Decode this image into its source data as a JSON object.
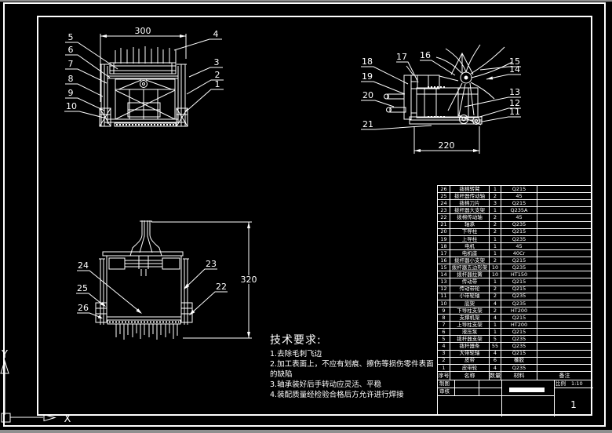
{
  "colors": {
    "background": "#000000",
    "line": "#ffffff",
    "window_strip": "#8f8f8f"
  },
  "views": {
    "front": {
      "dim_width": "300",
      "callouts_left": [
        "5",
        "6",
        "7",
        "8",
        "9",
        "10"
      ],
      "callouts_right": [
        "4",
        "3",
        "2",
        "1"
      ]
    },
    "side": {
      "dim_width": "220",
      "callouts_left": [
        "18",
        "19",
        "20",
        "21"
      ],
      "callouts_top": [
        "17",
        "16"
      ],
      "callouts_right": [
        "15",
        "14",
        "13",
        "12",
        "11"
      ]
    },
    "vertical": {
      "dim_height": "320",
      "callouts_left": [
        "24",
        "25",
        "26"
      ],
      "callouts_right": [
        "23",
        "22"
      ]
    }
  },
  "tech": {
    "title": "技术要求:",
    "items": [
      "1.去除毛刺飞边",
      "2.加工表面上，不应有划痕、擦伤等损伤零件表面的缺陷",
      "3.轴承装好后手转动应灵活、平稳",
      "4.装配质量经检验合格后方允许进行焊接"
    ]
  },
  "bom": {
    "columns": [
      "序号",
      "名称",
      "数量",
      "材料",
      "备注"
    ],
    "rows": [
      {
        "no": "26",
        "name": "拨棉转臂",
        "qty": "1",
        "mat": "Q215",
        "note": ""
      },
      {
        "no": "25",
        "name": "拨杆器传动轴",
        "qty": "2",
        "mat": "45",
        "note": ""
      },
      {
        "no": "24",
        "name": "拨棉刀片",
        "qty": "3",
        "mat": "Q215",
        "note": ""
      },
      {
        "no": "23",
        "name": "拨杆器大支架",
        "qty": "1",
        "mat": "Q235A",
        "note": ""
      },
      {
        "no": "22",
        "name": "拨棉传动轴",
        "qty": "2",
        "mat": "45",
        "note": ""
      },
      {
        "no": "21",
        "name": "轴承",
        "qty": "2",
        "mat": "Q235",
        "note": ""
      },
      {
        "no": "20",
        "name": "下导柱",
        "qty": "2",
        "mat": "Q215",
        "note": ""
      },
      {
        "no": "19",
        "name": "上导柱",
        "qty": "1",
        "mat": "Q235",
        "note": ""
      },
      {
        "no": "18",
        "name": "电机",
        "qty": "1",
        "mat": "45",
        "note": ""
      },
      {
        "no": "17",
        "name": "电机座",
        "qty": "1",
        "mat": "40Cr",
        "note": ""
      },
      {
        "no": "16",
        "name": "拨杆器小支架",
        "qty": "2",
        "mat": "Q215",
        "note": ""
      },
      {
        "no": "15",
        "name": "拨杆器五边形架",
        "qty": "10",
        "mat": "Q235",
        "note": ""
      },
      {
        "no": "14",
        "name": "拨杆器拉簧",
        "qty": "10",
        "mat": "HT150",
        "note": ""
      },
      {
        "no": "13",
        "name": "传动带",
        "qty": "1",
        "mat": "Q215",
        "note": ""
      },
      {
        "no": "12",
        "name": "传动带轮",
        "qty": "2",
        "mat": "Q215",
        "note": ""
      },
      {
        "no": "11",
        "name": "小带轮轴",
        "qty": "2",
        "mat": "Q235",
        "note": ""
      },
      {
        "no": "10",
        "name": "底架",
        "qty": "4",
        "mat": "Q235",
        "note": ""
      },
      {
        "no": "9",
        "name": "下导柱支架",
        "qty": "2",
        "mat": "HT200",
        "note": ""
      },
      {
        "no": "8",
        "name": "支撑机架",
        "qty": "4",
        "mat": "Q215",
        "note": ""
      },
      {
        "no": "7",
        "name": "上导柱支架",
        "qty": "1",
        "mat": "HT200",
        "note": ""
      },
      {
        "no": "6",
        "name": "液压泵",
        "qty": "1",
        "mat": "Q215",
        "note": ""
      },
      {
        "no": "5",
        "name": "拨杆器支架",
        "qty": "5",
        "mat": "Q235",
        "note": ""
      },
      {
        "no": "4",
        "name": "拨杆器条",
        "qty": "55",
        "mat": "Q235",
        "note": ""
      },
      {
        "no": "3",
        "name": "大带轮轴",
        "qty": "4",
        "mat": "Q215",
        "note": ""
      },
      {
        "no": "2",
        "name": "皮带",
        "qty": "6",
        "mat": "橡胶",
        "note": ""
      },
      {
        "no": "1",
        "name": "皮带轮",
        "qty": "4",
        "mat": "Q235",
        "note": ""
      }
    ]
  },
  "title_block": {
    "draft_label": "制图",
    "audit_label": "审核",
    "scale_label": "比例",
    "scale_value": "1:10",
    "sheet_number": "1"
  },
  "ucs": {
    "x_label": "X",
    "y_label": "Y"
  }
}
